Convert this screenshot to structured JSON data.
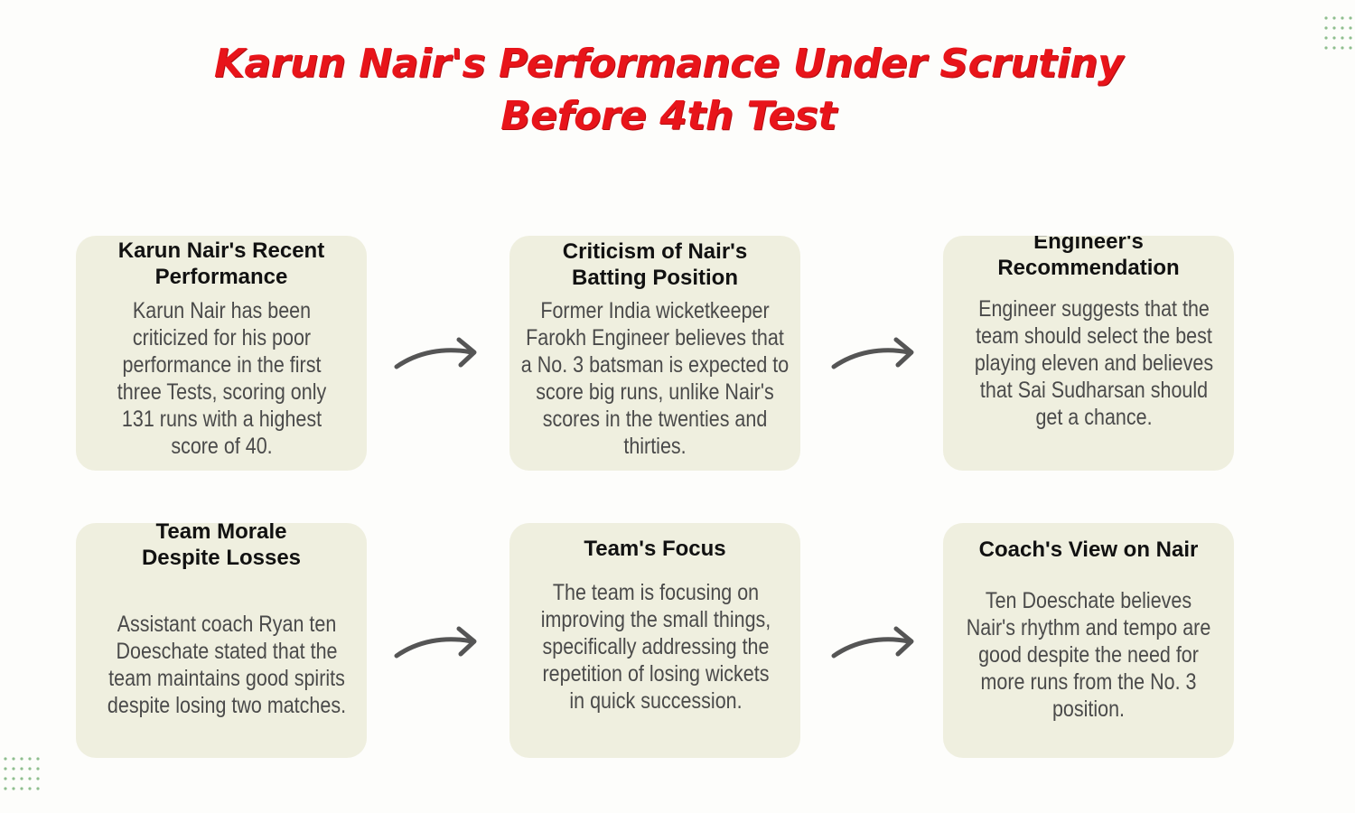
{
  "title": "Karun Nair's Performance Under Scrutiny Before 4th Test",
  "cards": [
    {
      "heading": "Karun Nair's Recent Performance",
      "body": "Karun Nair has been criticized for his poor performance in the first three Tests, scoring only 131 runs with a highest score of 40."
    },
    {
      "heading": "Criticism of Nair's Batting Position",
      "body": "Former India wicketkeeper Farokh Engineer believes that a No. 3 batsman is expected to score big runs, unlike Nair's scores in the twenties and thirties."
    },
    {
      "heading": "Engineer's Recommendation",
      "body": "Engineer suggests that the team should select the best playing eleven and believes that Sai Sudharsan should get a chance."
    },
    {
      "heading": "Team Morale Despite Losses",
      "body": "Assistant coach Ryan ten Doeschate stated that the team maintains good spirits despite losing two matches."
    },
    {
      "heading": "Team's Focus",
      "body": "The team is focusing on improving the small things, specifically addressing the repetition of losing wickets in quick succession."
    },
    {
      "heading": "Coach's View on Nair",
      "body": "Ten Doeschate believes Nair's rhythm and tempo are good despite the need for more runs from the No. 3 position."
    }
  ],
  "icons": {
    "arrow": "curved-right-arrow-icon",
    "decor": "dot-grid-icon"
  },
  "colors": {
    "title": "#e8141a",
    "card_background": "#efefdf",
    "arrow": "#555555",
    "dots": "#8fbf8f"
  }
}
